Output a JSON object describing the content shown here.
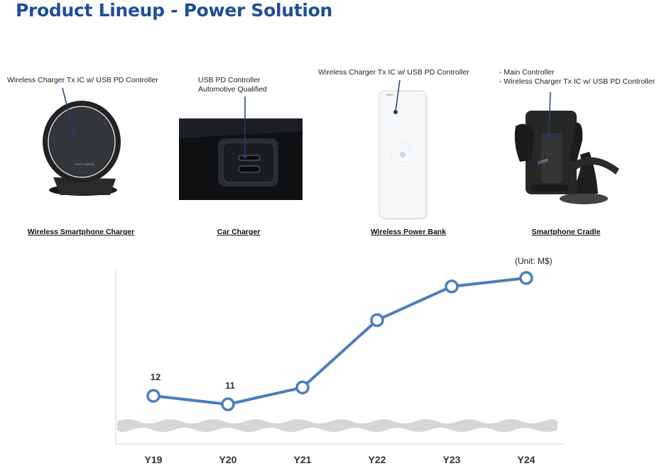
{
  "title": "Product Lineup - Power Solution",
  "products": [
    {
      "label": "Wireless Smartphone Charger",
      "callout": [
        "Wireless Charger Tx IC w/ USB PD Controller"
      ]
    },
    {
      "label": "Car Charger",
      "callout": [
        "USB PD Controller",
        "Automotive Qualified"
      ]
    },
    {
      "label": "Wireless Power Bank",
      "callout": [
        "Wireless Charger Tx IC w/ USB PD Controller"
      ]
    },
    {
      "label": "Smartphone Cradle",
      "callout": [
        "- Main Controller",
        "- Wireless Charger Tx IC w/ USB PD Controller"
      ]
    }
  ],
  "product_image_text": {
    "charger_logo": "FAST CHARGE",
    "cradle_logo": "iOttie"
  },
  "chart_data": {
    "type": "line",
    "unit_label": "(Unit: M$)",
    "categories": [
      "Y19",
      "Y20",
      "Y21",
      "Y22",
      "Y23",
      "Y24"
    ],
    "values": [
      12,
      11,
      13,
      21,
      25,
      26
    ],
    "data_labels": [
      "12",
      "11",
      "",
      "",
      "",
      ""
    ],
    "axis_break": true,
    "line_color": "#4a7ebb",
    "grid": false
  }
}
